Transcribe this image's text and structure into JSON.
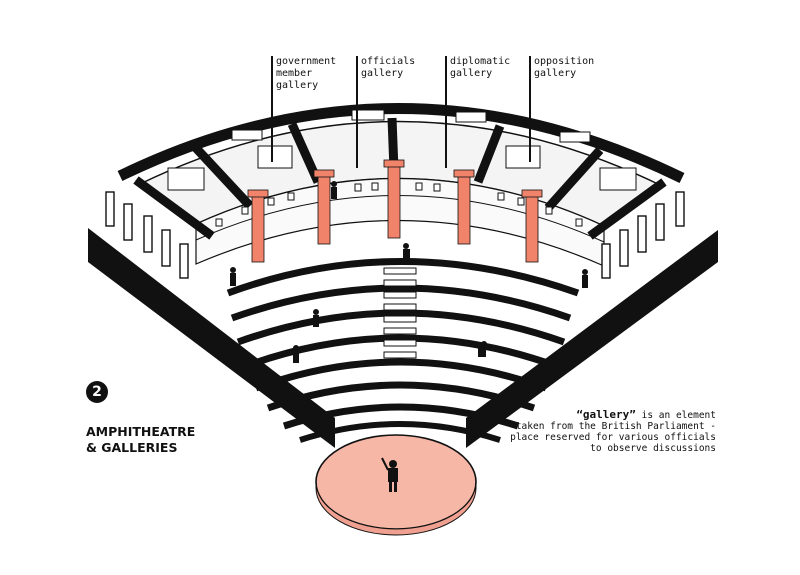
{
  "labels": {
    "government": "government\nmember\ngallery",
    "officials": "officials\ngallery",
    "diplomatic": "diplomatic\ngallery",
    "opposition": "opposition\ngallery"
  },
  "badge": "2",
  "title_line1": "AMPHITHEATRE",
  "title_line2": "& GALLERIES",
  "note": {
    "keyword": "“gallery”",
    "line1_rest": " is an element",
    "line2": "taken from the British Parliament -",
    "line3": "place reserved for various officials",
    "line4": "to observe discussions"
  },
  "colors": {
    "accent": "#f0836a",
    "stage": "#f7b7a6",
    "ink": "#111111"
  }
}
